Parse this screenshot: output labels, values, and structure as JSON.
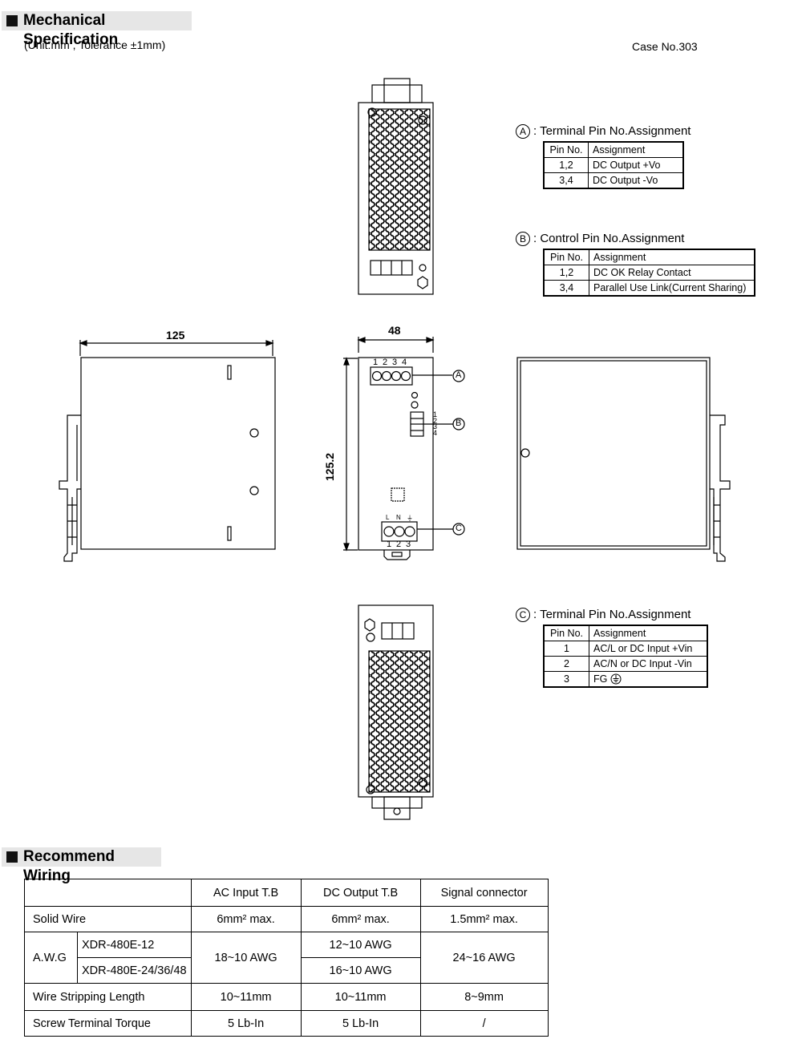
{
  "mechanical": {
    "heading": "Mechanical Specification",
    "unit_note": "(Unit:mm , Tolerance ±1mm)",
    "case_no": "Case No.303",
    "dims": {
      "length": "125",
      "width": "48",
      "height": "125.2"
    },
    "front_labels": {
      "pins_top": [
        "1",
        "2",
        "3",
        "4"
      ],
      "pins_bottom": [
        "1",
        "2",
        "3"
      ],
      "ctrl_pins": [
        "1",
        "2",
        "3",
        "4"
      ],
      "input_terms": [
        "L",
        "N",
        "⏚"
      ],
      "mark_a": "A",
      "mark_b": "B",
      "mark_c": "C"
    }
  },
  "pin_tables": {
    "a": {
      "mark": "A",
      "title": ": Terminal Pin No.Assignment",
      "header": [
        "Pin No.",
        "Assignment"
      ],
      "rows": [
        [
          "1,2",
          "DC Output +Vo"
        ],
        [
          "3,4",
          "DC Output -Vo"
        ]
      ]
    },
    "b": {
      "mark": "B",
      "title": ": Control Pin No.Assignment",
      "header": [
        "Pin No.",
        "Assignment"
      ],
      "rows": [
        [
          "1,2",
          "DC OK Relay Contact"
        ],
        [
          "3,4",
          "Parallel Use Link(Current Sharing)"
        ]
      ]
    },
    "c": {
      "mark": "C",
      "title": ": Terminal Pin No.Assignment",
      "header": [
        "Pin No.",
        "Assignment"
      ],
      "rows": [
        [
          "1",
          "AC/L  or DC Input +Vin"
        ],
        [
          "2",
          "AC/N or DC Input -Vin"
        ],
        [
          "3",
          "FG"
        ]
      ]
    }
  },
  "wiring": {
    "heading": "Recommend Wiring",
    "columns": [
      "",
      "AC Input T.B",
      "DC Output T.B",
      "Signal connector"
    ],
    "solid_wire": {
      "label": "Solid Wire",
      "ac": "6mm² max.",
      "dc": "6mm² max.",
      "signal": "1.5mm² max."
    },
    "awg": {
      "label": "A.W.G",
      "model_1": "XDR-480E-12",
      "model_2": "XDR-480E-24/36/48",
      "ac": "18~10 AWG",
      "dc_1": "12~10 AWG",
      "dc_2": "16~10 AWG",
      "signal": "24~16 AWG"
    },
    "strip": {
      "label": "Wire Stripping Length",
      "ac": "10~11mm",
      "dc": "10~11mm",
      "signal": "8~9mm"
    },
    "torque": {
      "label": "Screw Terminal Torque",
      "ac": "5 Lb-In",
      "dc": "5 Lb-In",
      "signal": "/"
    }
  }
}
